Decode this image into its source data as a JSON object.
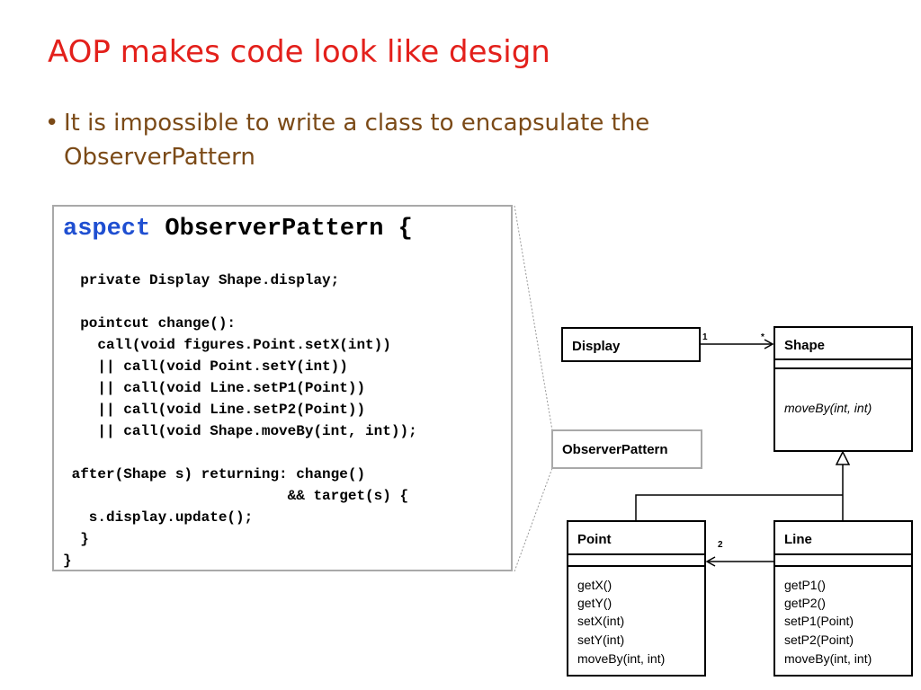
{
  "slide": {
    "title": "AOP makes code look like design",
    "bullet_symbol": "•",
    "bullet_text": "It is impossible to write a class to encapsulate the ObserverPattern"
  },
  "code": {
    "keyword": "aspect",
    "header_rest": " ObserverPattern {",
    "lines": [
      "  private Display Shape.display;",
      "",
      "  pointcut change():",
      "    call(void figures.Point.setX(int))",
      "    || call(void Point.setY(int))",
      "    || call(void Line.setP1(Point))",
      "    || call(void Line.setP2(Point))",
      "    || call(void Shape.moveBy(int, int));",
      "",
      " after(Shape s) returning: change()",
      "                          && target(s) {",
      "   s.display.update();",
      "  }",
      "}"
    ]
  },
  "uml": {
    "display": {
      "name": "Display"
    },
    "shape": {
      "name": "Shape",
      "operations": [
        "moveBy(int, int)"
      ]
    },
    "observer": {
      "name": "ObserverPattern"
    },
    "point": {
      "name": "Point",
      "operations": [
        "getX()",
        "getY()",
        "setX(int)",
        "setY(int)",
        "moveBy(int, int)"
      ]
    },
    "line": {
      "name": "Line",
      "operations": [
        "getP1()",
        "getP2()",
        "setP1(Point)",
        "setP2(Point)",
        "moveBy(int, int)"
      ]
    },
    "multiplicities": {
      "display_end": "1",
      "shape_end": "*",
      "line_point": "2"
    }
  }
}
